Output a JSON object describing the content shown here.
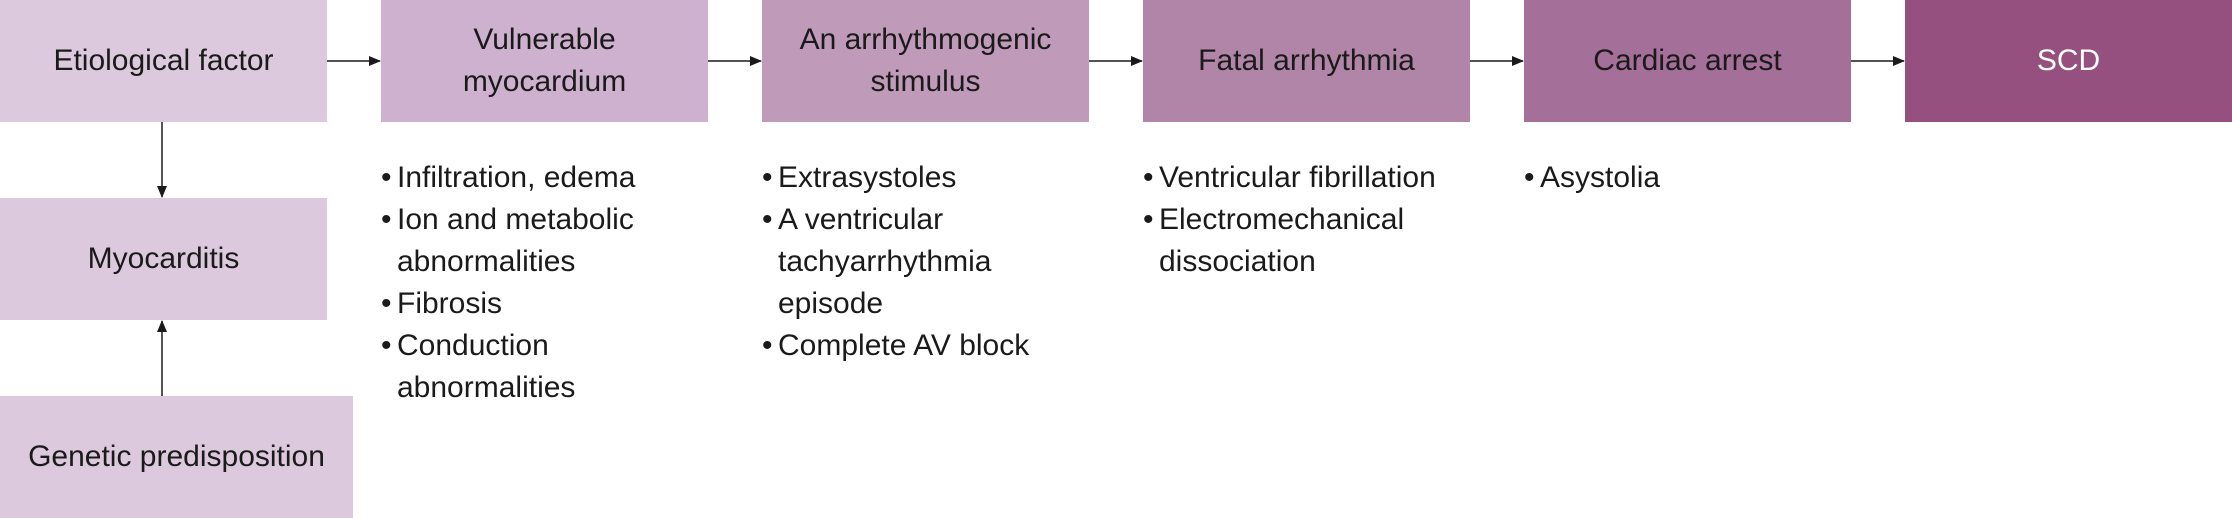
{
  "nodes": {
    "etiological": {
      "label": "Etiological factor",
      "color": "#ddc9dd"
    },
    "vulnerable": {
      "label": "Vulnerable myocardium",
      "color": "#ceb1ce"
    },
    "stimulus": {
      "label": "An arrhythmogenic stimulus",
      "color": "#c09ab9"
    },
    "fatal": {
      "label": "Fatal arrhythmia",
      "color": "#b185a7"
    },
    "arrest": {
      "label": "Cardiac arrest",
      "color": "#a46f98"
    },
    "scd": {
      "label": "SCD",
      "color": "#96507f",
      "text_color": "#ffffff"
    },
    "myocarditis": {
      "label": "Myocarditis",
      "color": "#ddc9dd"
    },
    "genetic": {
      "label": "Genetic predisposition",
      "color": "#ddc9dd"
    }
  },
  "lists": {
    "vulnerable": [
      "Infiltration, edema",
      "Ion and metabolic abnormalities",
      "Fibrosis",
      "Conduction abnormalities"
    ],
    "stimulus": [
      "Extrasystoles",
      "A ventricular tachyarrhythmia episode",
      "Complete AV block"
    ],
    "fatal": [
      "Ventricular fibrillation",
      "Electromechanical dissociation"
    ],
    "arrest": [
      "Asystolia"
    ]
  }
}
